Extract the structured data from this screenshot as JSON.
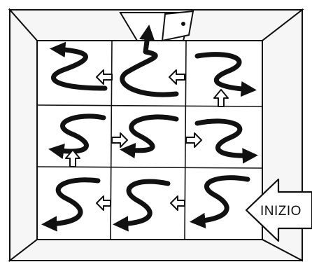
{
  "diagram": {
    "grid": {
      "rows": 3,
      "cols": 3
    },
    "entry_label": "INIZIO",
    "colors": {
      "ink": "#111111",
      "paper": "#ffffff",
      "wall": "#f4f4f4"
    },
    "elements": [
      {
        "kind": "floor-plan-walls",
        "icon": "room-outline"
      },
      {
        "kind": "exit-door",
        "icon": "door-icon"
      },
      {
        "kind": "entry-arrow",
        "icon": "arrow-left-icon"
      },
      {
        "kind": "winding-path-arrows",
        "icon": "curvy-arrow-icon"
      },
      {
        "kind": "passage-arrows",
        "icon": "hollow-arrow-icon"
      }
    ]
  }
}
